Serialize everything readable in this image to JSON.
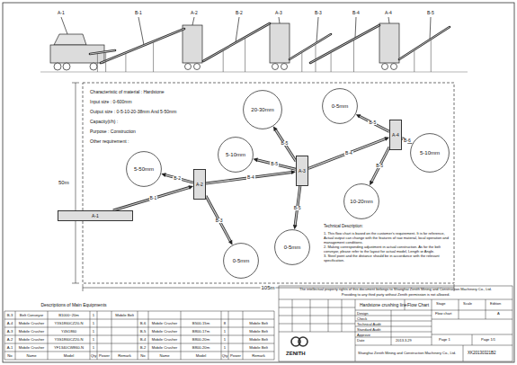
{
  "diagram": {
    "nodes": [
      {
        "text": [
          "5-50mm"
        ]
      },
      {
        "text": [
          "20-30mm"
        ]
      },
      {
        "text": [
          "5-10mm"
        ]
      },
      {
        "text": [
          "0-5mm"
        ]
      },
      {
        "text": [
          "5-10mm"
        ]
      },
      {
        "text": [
          "10-20mm"
        ]
      },
      {
        "text": [
          "0-5mm"
        ]
      },
      {
        "text": [
          "0-5mm"
        ]
      },
      {
        "text": [
          "A-1"
        ]
      },
      {
        "text": [
          "A-2"
        ]
      },
      {
        "text": [
          "A-3"
        ]
      },
      {
        "text": [
          "A-4"
        ]
      }
    ],
    "edges": [
      {
        "from": 8,
        "to": 9,
        "arrow": "to",
        "label": "B-1"
      },
      {
        "from": 9,
        "to": 0,
        "arrow": "to",
        "label": "B-2"
      },
      {
        "from": 9,
        "to": 7,
        "arrow": "to",
        "label": "B-3"
      },
      {
        "from": 9,
        "to": 10,
        "arrow": "to",
        "label": "B-4"
      },
      {
        "from": 10,
        "to": 1,
        "arrow": "to",
        "label": "B-5"
      },
      {
        "from": 10,
        "to": 2,
        "arrow": "to",
        "label": "B-5"
      },
      {
        "from": 10,
        "to": 6,
        "arrow": "to",
        "label": "B-5"
      },
      {
        "from": 10,
        "to": 11,
        "arrow": "to",
        "label": "B-4"
      },
      {
        "from": 11,
        "to": 3,
        "arrow": "to",
        "label": "B-5"
      },
      {
        "from": 11,
        "to": 5,
        "arrow": "to",
        "label": "B-5"
      },
      {
        "from": 11,
        "to": 4,
        "arrow": "to",
        "label": "B-6"
      }
    ],
    "labels": [
      "A-1",
      "B-1",
      "A-2",
      "B-2",
      "A-3",
      "B-3",
      "B-4",
      "A-4",
      "B-5",
      "Characteristic of material : Hardstone",
      "Input size : 0-600mm",
      "Output size : 0-5-10-20-38mm And 5-50mm",
      "Capacity(t/h) :",
      "Purpose : Construction",
      "Other requirement :",
      "50m",
      "105m",
      "Technical Description:",
      "1. This flow chart is based on the customer's requirement. It is for reference, Actual output can change with the features of raw material, local operation and management conditions.",
      "2. Making corresponding adjustment in actual construction. As for the belt conveyor, please refer to the layout for actual model, Length or Angle.",
      "3. Steel point and the distance should be in accordance with the relevant specification.",
      "Descriptions of Main Equipments",
      "B-3",
      "Belt Conveyor",
      "B1000~20m",
      "1",
      "Mobile Belt",
      "A-4",
      "Mobile Crusher",
      "Y3S1860CZ20-N",
      "1",
      "B-6",
      "Mobile Crusher",
      "B500-15m",
      "8",
      "Mobile Belt",
      "A-3",
      "Mobile Crusher",
      "Y4S1860",
      "1",
      "B-5",
      "Mobile Crusher",
      "B800-17m",
      "1",
      "Mobile Belt",
      "A-2",
      "Mobile Crusher",
      "Y3S1860CZ20-N",
      "1",
      "B-4",
      "Mobile Crusher",
      "B800-20m",
      "1",
      "Mobile Belt",
      "A-1",
      "Mobile Crusher",
      "YF1340CW860-N",
      "1",
      "B-2",
      "Mobile Crusher",
      "B800-20m",
      "1",
      "Mobile Belt",
      "No",
      "Name",
      "Model",
      "Qty",
      "Power",
      "Remark",
      "No",
      "Name",
      "Model",
      "Qty",
      "Power",
      "Remark",
      "The intellectual property rights of this document belongs to Shanghai Zenith Mining and Construction Machinery Co., Ltd.",
      "Providing to any third party without Zenith permission is not allowed.",
      "Hardstone crushing line",
      "Flow Chart",
      "Stage",
      "Scale",
      "Edition",
      "Design",
      "Check",
      "Technical Audit",
      "Standard Audit",
      "Approve",
      "Date",
      "2013.3.29",
      "Flow chart",
      "A",
      "Page 1",
      "Page 1/1",
      "ZENITH",
      "Shanghai Zenith Mining and Construction Machinery Co., Ltd.",
      "XK20130321B2"
    ]
  }
}
